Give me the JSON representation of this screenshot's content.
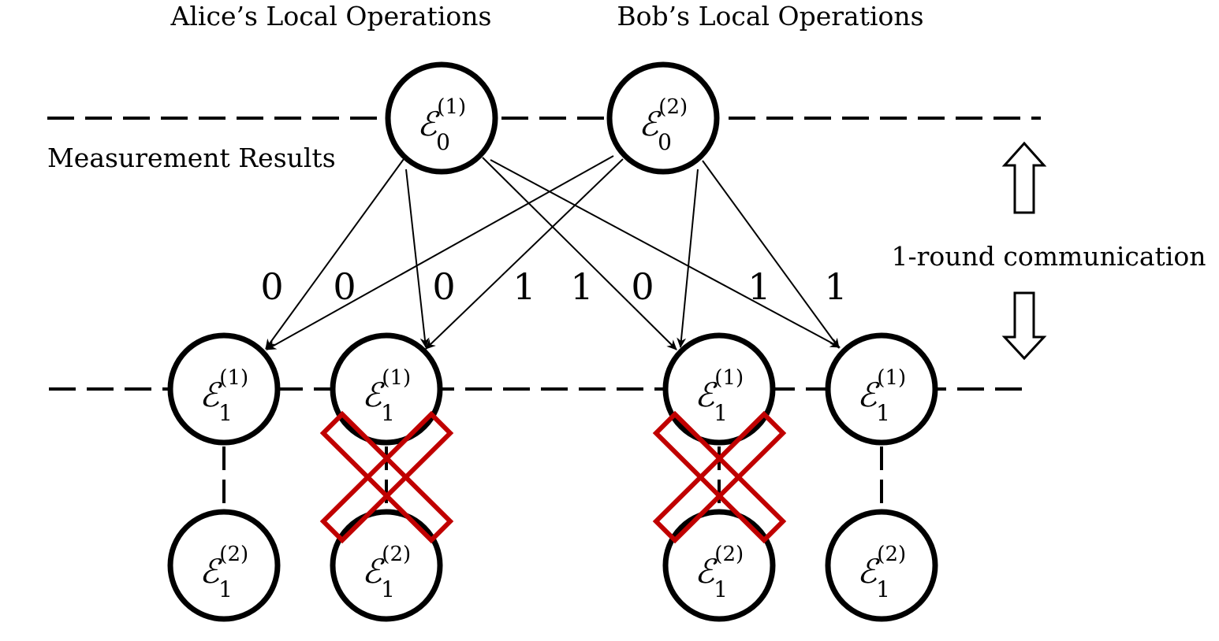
{
  "header": {
    "alice": "Alice’s Local Operations",
    "bob": "Bob’s Local Operations"
  },
  "side": {
    "measurement": "Measurement Results",
    "communication": "1-round communication"
  },
  "bits": [
    "0",
    "0",
    "0",
    "1",
    "1",
    "0",
    "1",
    "1"
  ],
  "nodes": {
    "top": [
      {
        "symbol": "ℰ",
        "sub": "0",
        "sup": "(1)"
      },
      {
        "symbol": "ℰ",
        "sub": "0",
        "sup": "(2)"
      }
    ],
    "middle": [
      {
        "symbol": "ℰ",
        "sub": "1",
        "sup": "(1)"
      },
      {
        "symbol": "ℰ",
        "sub": "1",
        "sup": "(1)"
      },
      {
        "symbol": "ℰ",
        "sub": "1",
        "sup": "(1)"
      },
      {
        "symbol": "ℰ",
        "sub": "1",
        "sup": "(1)"
      }
    ],
    "bottom": [
      {
        "symbol": "ℰ",
        "sub": "1",
        "sup": "(2)"
      },
      {
        "symbol": "ℰ",
        "sub": "1",
        "sup": "(2)"
      },
      {
        "symbol": "ℰ",
        "sub": "1",
        "sup": "(2)"
      },
      {
        "symbol": "ℰ",
        "sub": "1",
        "sup": "(2)"
      }
    ]
  },
  "colors": {
    "cross": "#c00000",
    "line": "#000000"
  }
}
